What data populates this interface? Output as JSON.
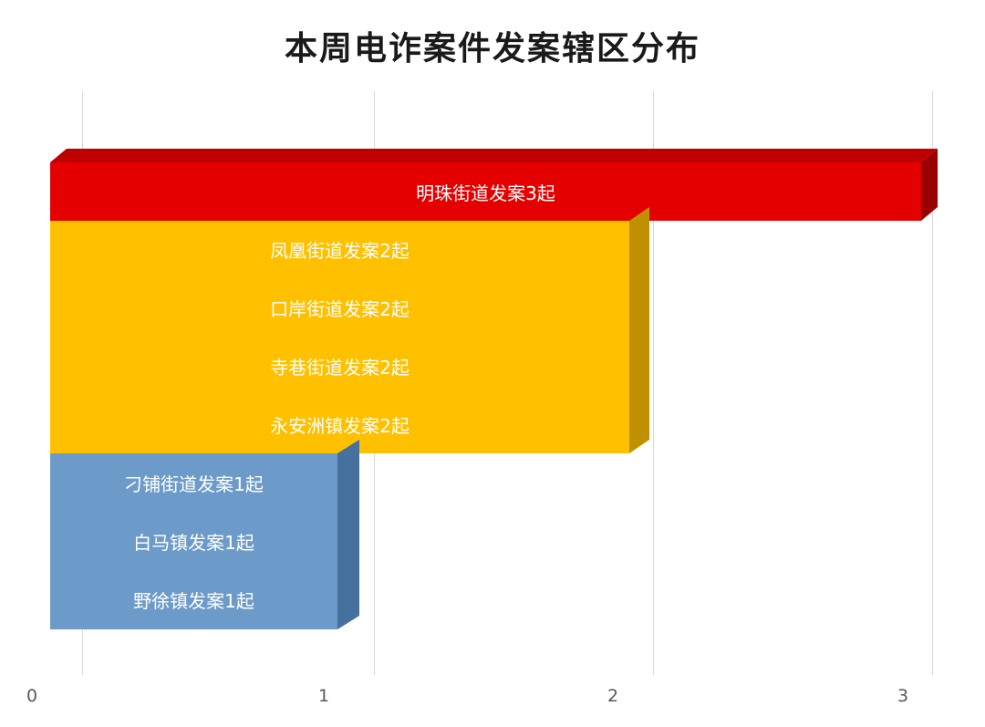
{
  "title": "本周电诈案件发案辖区分布",
  "chart_data": {
    "type": "bar",
    "orientation": "horizontal",
    "style": "3d",
    "title": "本周电诈案件发案辖区分布",
    "categories": [
      "明珠街道",
      "凤凰街道",
      "口岸街道",
      "寺巷街道",
      "永安洲镇",
      "刁铺街道",
      "白马镇",
      "野徐镇"
    ],
    "values": [
      3,
      2,
      2,
      2,
      2,
      1,
      1,
      1
    ],
    "data_labels": [
      "明珠街道发案3起",
      "凤凰街道发案2起",
      "口岸街道发案2起",
      "寺巷街道发案2起",
      "永安洲镇发案2起",
      "刁铺街道发案1起",
      "白马镇发案1起",
      "野徐镇发案1起"
    ],
    "x_ticks": [
      "0",
      "1",
      "2",
      "3"
    ],
    "xlim": [
      0,
      3
    ],
    "grid": true,
    "legend": false,
    "colors": {
      "bar_value_3": "#E50000",
      "bar_value_2": "#FFC000",
      "bar_value_1": "#6D9BC9",
      "gridline": "#D9D9D9",
      "axis_text": "#595959",
      "data_label_text": "#FFFFFF",
      "title_text": "#1A1A1A"
    }
  }
}
